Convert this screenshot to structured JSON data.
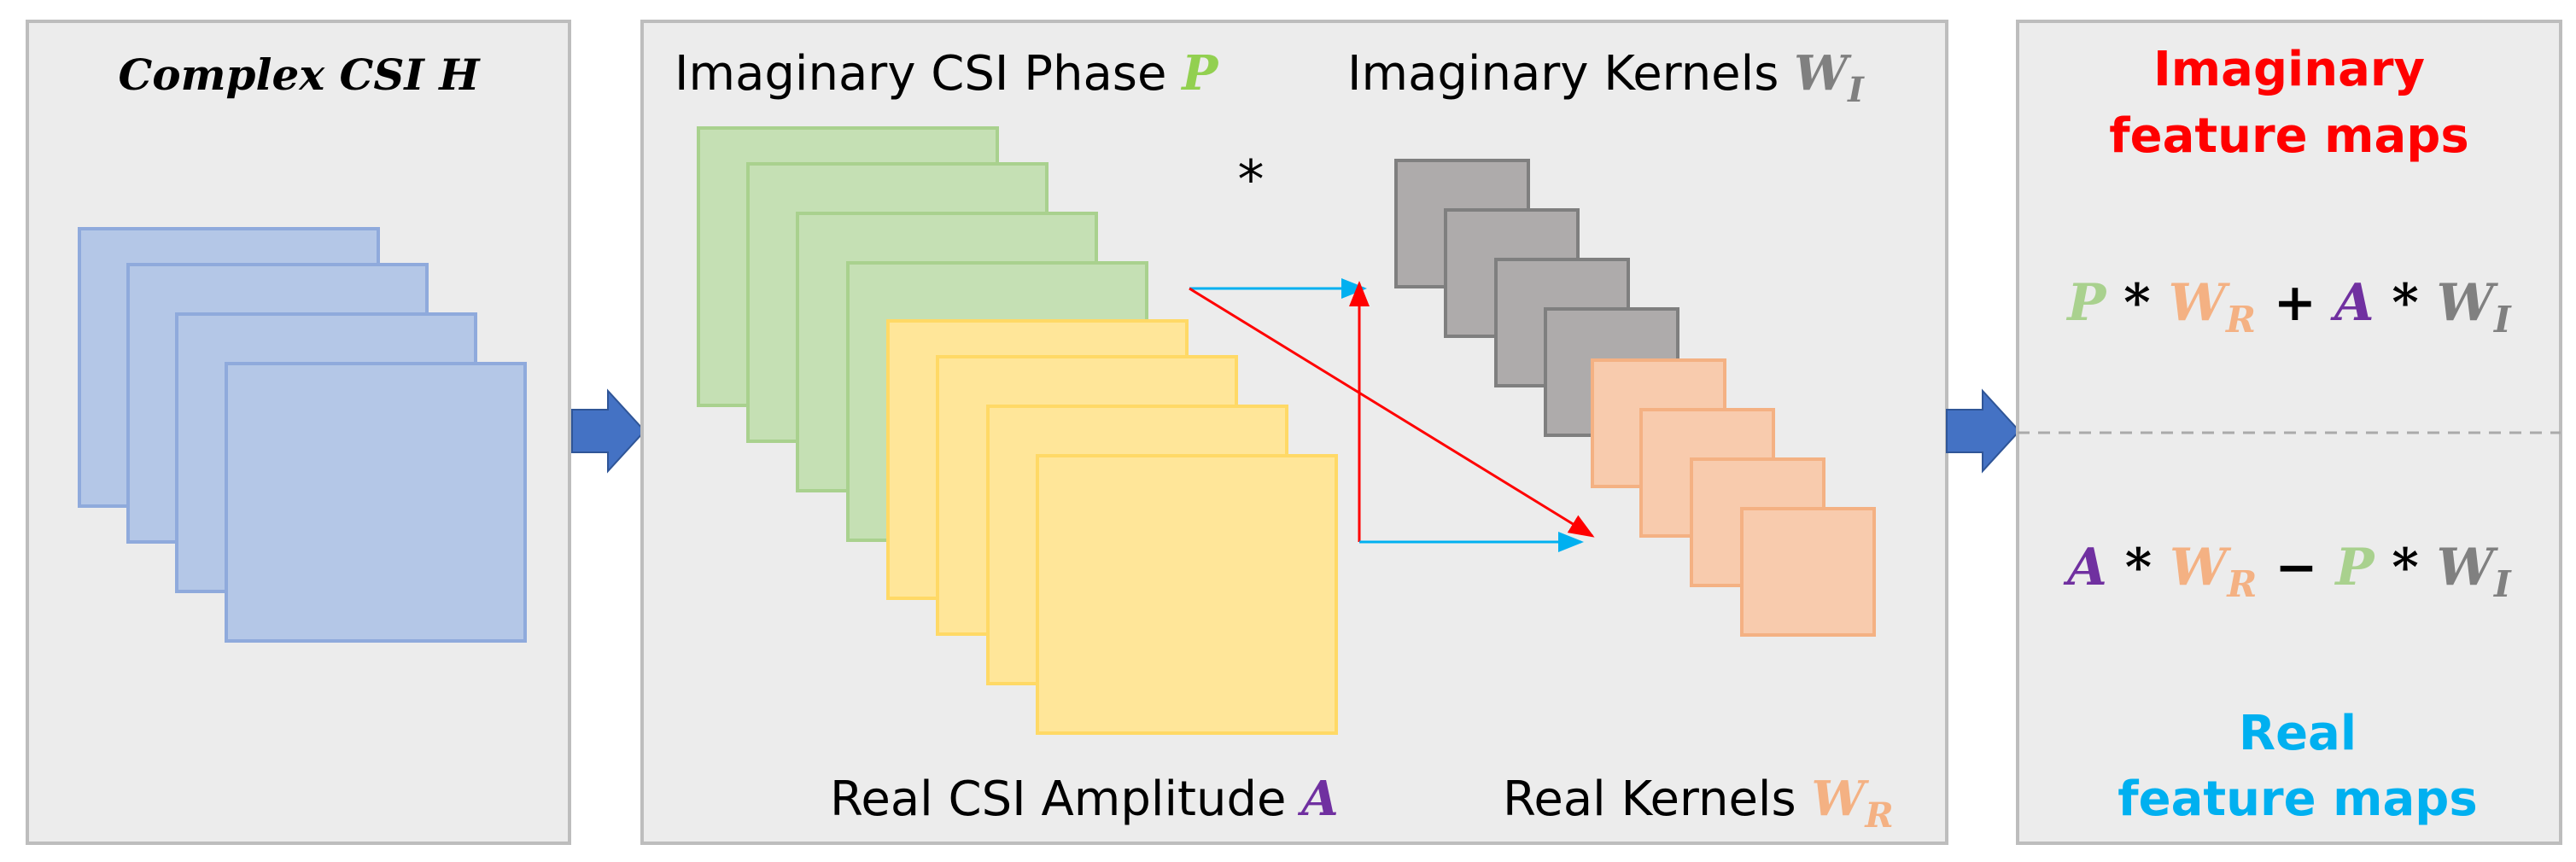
{
  "panels": {
    "input": {
      "title_label": "Complex CSI ",
      "title_symbol": "H"
    },
    "middle": {
      "imag_phase_label": "Imaginary CSI Phase ",
      "imag_phase_symbol": "P",
      "imag_kernels_label": "Imaginary Kernels ",
      "imag_kernels_symbol": "W",
      "imag_kernels_sub": "I",
      "real_amp_label": "Real CSI Amplitude ",
      "real_amp_symbol": "A",
      "real_kernels_label": "Real Kernels ",
      "real_kernels_symbol": "W",
      "real_kernels_sub": "R",
      "conv_symbol": "*"
    },
    "output": {
      "imag_title_line1": "Imaginary",
      "imag_title_line2": "feature maps",
      "real_title_line1": "Real",
      "real_title_line2": "feature maps",
      "imag_formula": {
        "p": "P",
        "op1": " * ",
        "w1": "W",
        "s1": "R",
        "plus": " + ",
        "a": "A",
        "op2": " * ",
        "w2": "W",
        "s2": "I"
      },
      "real_formula": {
        "a": "A",
        "op1": " * ",
        "w1": "W",
        "s1": "R",
        "minus": " − ",
        "p": "P",
        "op2": " * ",
        "w2": "W",
        "s2": "I"
      }
    }
  },
  "colors": {
    "panel_bg": "#ececec",
    "panel_border": "#bdbdbd",
    "blue_fill": "#b4c7e7",
    "blue_stroke": "#8faadc",
    "green_fill": "#c5e0b4",
    "green_stroke": "#a9d18e",
    "yellow_fill": "#ffe699",
    "yellow_stroke": "#ffd966",
    "gray_fill": "#aeabab",
    "gray_stroke": "#7f7f7f",
    "orange_fill": "#f8cbad",
    "orange_stroke": "#f4b183",
    "arrow_blue": "#4472c4",
    "symbol_green": "#92d050",
    "symbol_purple": "#7030a0",
    "symbol_orange": "#f4b183",
    "symbol_gray": "#808080",
    "text_red": "#ff0000",
    "text_cyan": "#00b0f0"
  }
}
